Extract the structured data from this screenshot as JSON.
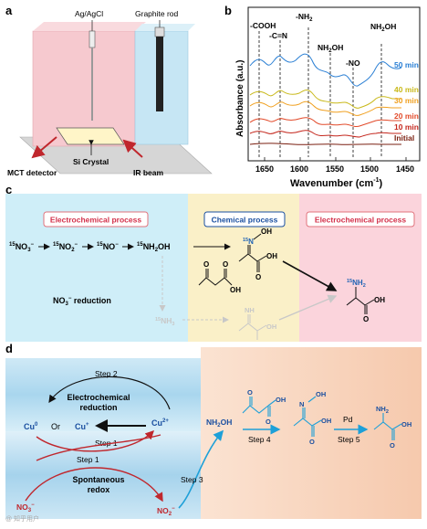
{
  "panels": {
    "a": {
      "letter": "a",
      "labels": {
        "reference_electrode": "Ag/AgCl",
        "counter_electrode": "Graphite rod",
        "crystal": "Si Crystal",
        "detector": "MCT detector",
        "beam": "IR beam"
      }
    },
    "b": {
      "letter": "b",
      "ylabel": "Absorbance (a.u.)",
      "xlabel": "Wavenumber (cm",
      "xlabel_sup": "-1",
      "xlabel_end": ")",
      "peak_labels": [
        "-COOH",
        "-C=N",
        "-NH",
        "NH",
        "-NO",
        "NH"
      ],
      "peak_label_parts": {
        "nh2_sub": "2",
        "nh2oh_a": "NH",
        "nh2oh_a_sub": "2",
        "nh2oh_a_tail": "OH",
        "nh2oh_b": "NH",
        "nh2oh_b_sub": "2",
        "nh2oh_b_tail": "OH"
      },
      "legend": [
        {
          "label": "50 min",
          "color": "#2a7fd4"
        },
        {
          "label": "40 min",
          "color": "#c9b91a"
        },
        {
          "label": "30 min",
          "color": "#f0a020"
        },
        {
          "label": "20 min",
          "color": "#e24a2a"
        },
        {
          "label": "10 min",
          "color": "#c4271d"
        },
        {
          "label": "Initial",
          "color": "#7a1f10"
        }
      ]
    },
    "c": {
      "letter": "c",
      "boxes": [
        "Electrochemical process",
        "Chemical process",
        "Electrochemical process"
      ],
      "chain": {
        "n1": "NO",
        "n1_pre": "15",
        "n1_sub": "3",
        "n1_sup": "−",
        "n2": "NO",
        "n2_pre": "15",
        "n2_sub": "2",
        "n2_sup": "−",
        "n3": "NO",
        "n3_pre": "15",
        "n3_sup": "−",
        "n4": "NH",
        "n4_pre": "15",
        "n4_sub": "2",
        "n4_tail": "OH"
      },
      "reduction_label": "NO",
      "reduction_sub": "3",
      "reduction_sup": "−",
      "reduction_tail": " reduction",
      "nh3": "NH",
      "nh3_pre": "15",
      "nh3_sub": "3",
      "oxime_label": "N",
      "oxime_pre": "15",
      "oxime_oh": "OH",
      "amine_label": "NH",
      "amine_pre": "15",
      "amine_sub": "2",
      "oh": "OH",
      "o": "O",
      "nh": "NH"
    },
    "d": {
      "letter": "d",
      "steps": [
        "Step 1",
        "Step 1",
        "Step 2",
        "Step 3",
        "Step 4",
        "Step 5"
      ],
      "region_top": [
        "Electrochemical",
        "reduction"
      ],
      "region_bottom": [
        "Spontaneous",
        "redox"
      ],
      "cu0": "Cu",
      "cu0_sup": "0",
      "or": "Or",
      "cu1": "Cu",
      "cu1_sup": "+",
      "cu2": "Cu",
      "cu2_sup": "2+",
      "no3": "NO",
      "no3_sub": "3",
      "no3_sup": "−",
      "no2": "NO",
      "no2_sub": "2",
      "no2_sup": "−",
      "nh2oh": "NH",
      "nh2oh_sub": "2",
      "nh2oh_tail": "OH",
      "pd": "Pd",
      "oh": "OH",
      "o": "O",
      "nh2": "NH",
      "nh2_sub": "2",
      "watermark": "@ 知乎用户"
    }
  },
  "colors": {
    "electro_bg": "#cfeef8",
    "chem_bg": "#faf0c8",
    "electro2_bg": "#fbd4dc",
    "cu_blue": "#1a4fa0",
    "red_arrow": "#c0272d",
    "blue_arrow": "#1ea0d8",
    "highlight_blue": "#1f63b5",
    "faded": "#c8c8c8"
  }
}
